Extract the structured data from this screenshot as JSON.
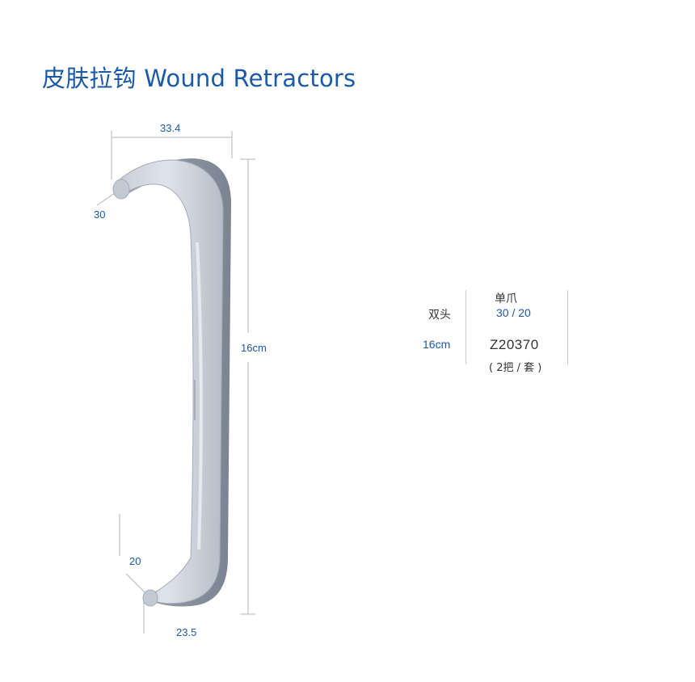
{
  "header": {
    "title": "皮肤拉钩 Wound Retractors"
  },
  "figure": {
    "dimensions": {
      "top_width": "33.4",
      "top_blade_angle": "30",
      "length": "16cm",
      "bottom_blade_angle": "20",
      "bottom_width": "23.5"
    }
  },
  "spec_table": {
    "row_label_type": "双头",
    "row_label_length": "16cm",
    "column_header": "单爪",
    "column_subheader": "30 / 20",
    "item_code": "Z20370",
    "package_note": "( 2把 / 套 )"
  },
  "colors": {
    "brand_blue": "#1a5aa8",
    "text_dark": "#333333",
    "steel_light": "#d4d9e1",
    "steel_dark": "#8a93a0"
  }
}
